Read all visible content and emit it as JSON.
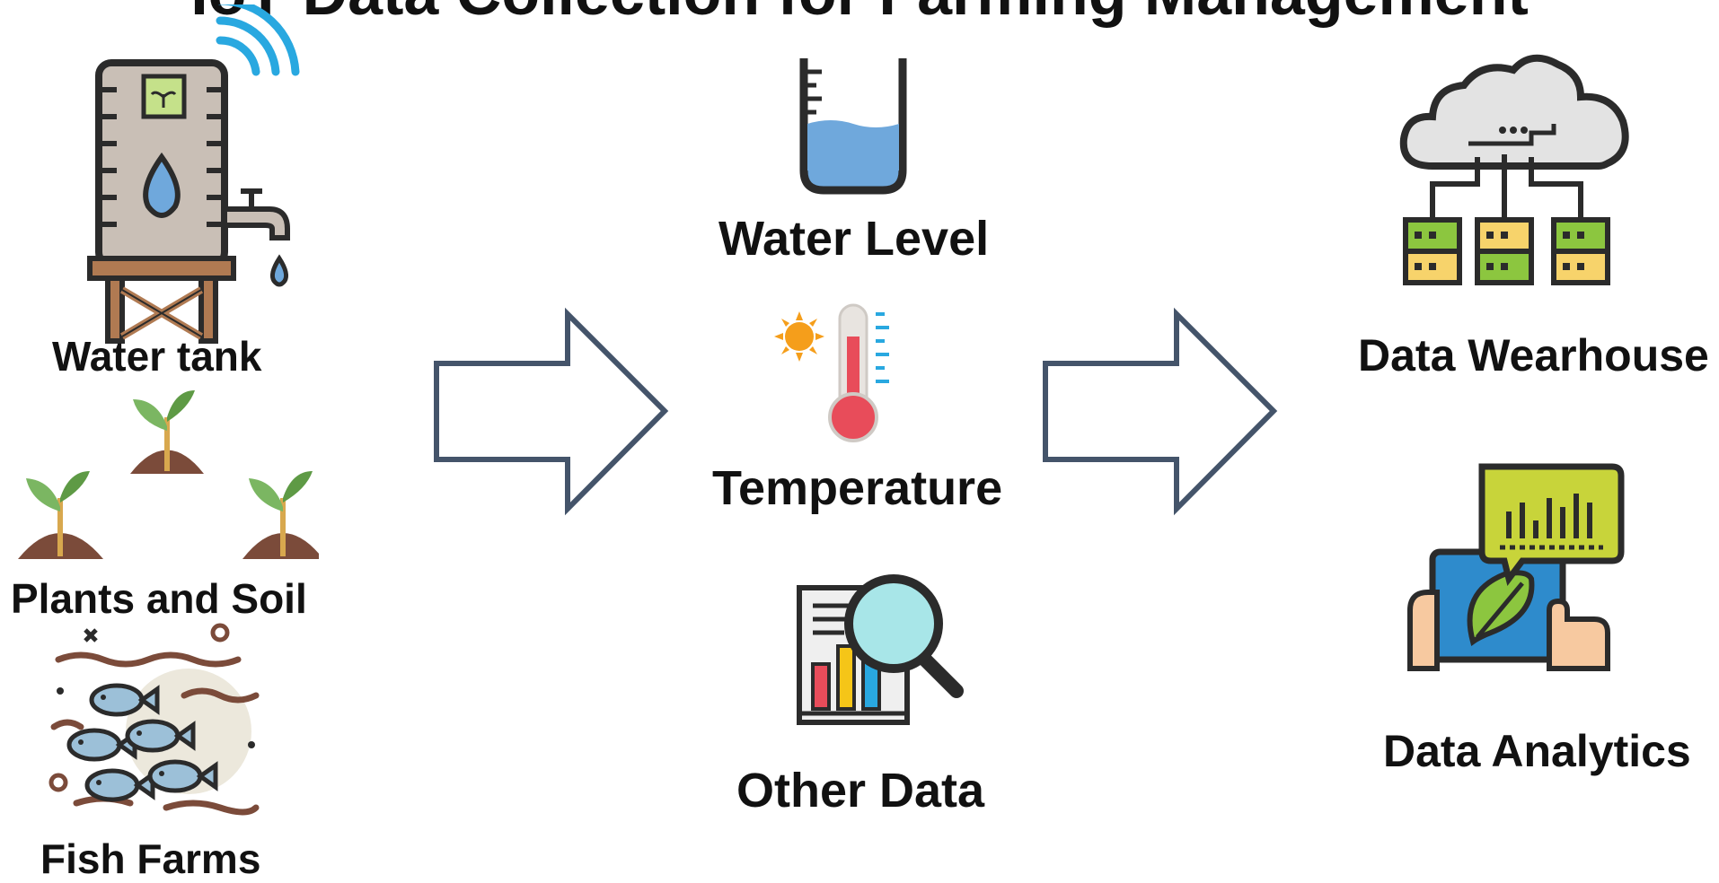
{
  "title": "IoT Data Collection for Farming Management",
  "sources": {
    "water_tank": "Water tank",
    "plants": "Plants and Soil",
    "fish": "Fish Farms"
  },
  "measurements": {
    "water_level": "Water Level",
    "temperature": "Temperature",
    "other": "Other Data"
  },
  "outputs": {
    "warehouse": "Data Wearhouse",
    "analytics": "Data Analytics"
  },
  "colors": {
    "arrow_stroke": "#44546a",
    "water": "#6fa8dc",
    "leaf": "#7bb662",
    "soil": "#7b4b3a",
    "thermo_red": "#e84c5a",
    "wifi": "#29a8e0"
  }
}
